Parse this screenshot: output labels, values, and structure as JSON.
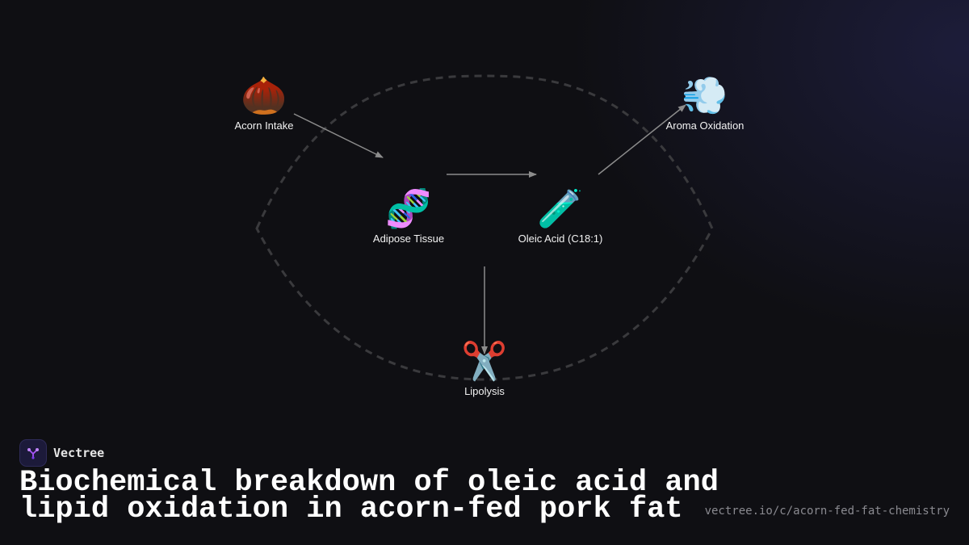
{
  "brand": {
    "name": "Vectree",
    "logo_icon": "tree-icon",
    "accent": "#a855f7"
  },
  "title": "Biochemical breakdown of oleic acid and lipid oxidation in acorn-fed pork fat",
  "footer": {
    "url": "vectree.io/c/acorn-fed-fat-chemistry"
  },
  "diagram": {
    "nodes": [
      {
        "id": "acorn",
        "label": "Acorn Intake",
        "icon": "🌰",
        "icon_name": "chestnut-icon"
      },
      {
        "id": "adipose",
        "label": "Adipose Tissue",
        "icon": "🧬",
        "icon_name": "dna-icon"
      },
      {
        "id": "oleic",
        "label": "Oleic Acid (C18:1)",
        "icon": "🧪",
        "icon_name": "test-tube-icon"
      },
      {
        "id": "aroma",
        "label": "Aroma Oxidation",
        "icon": "💨",
        "icon_name": "dash-icon"
      },
      {
        "id": "lipolysis",
        "label": "Lipolysis",
        "icon": "✂️",
        "icon_name": "scissors-icon"
      }
    ],
    "edges": [
      {
        "from": "acorn",
        "to": "adipose"
      },
      {
        "from": "adipose",
        "to": "oleic"
      },
      {
        "from": "oleic",
        "to": "aroma"
      },
      {
        "from": "oleic",
        "to": "lipolysis"
      }
    ],
    "colors": {
      "arrow": "#8c8c8c",
      "cycle": "#3a3a3d"
    }
  }
}
